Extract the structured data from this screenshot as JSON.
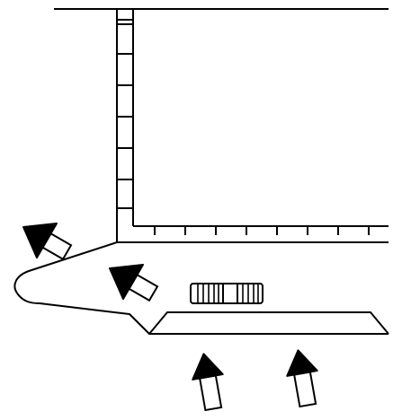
{
  "figure": {
    "type": "line-drawing",
    "stroke_color": "#000000",
    "fill_color": "#ffffff",
    "arrow_fill": "#000000",
    "arrow_shaft_fill": "#ffffff",
    "arrows": [
      {
        "icon": "arrow-icon",
        "direction": "up-left"
      },
      {
        "icon": "arrow-icon",
        "direction": "up-left"
      },
      {
        "icon": "arrow-icon",
        "direction": "up"
      },
      {
        "icon": "arrow-icon",
        "direction": "up"
      }
    ]
  }
}
